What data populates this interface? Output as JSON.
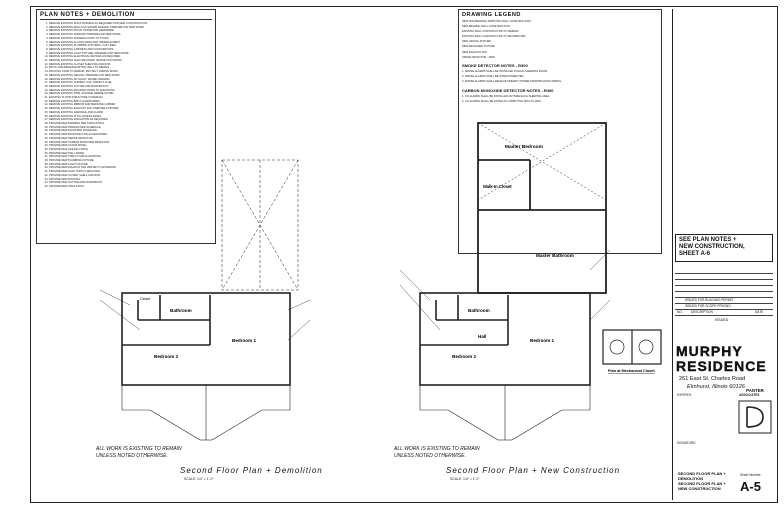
{
  "notes": {
    "header": "PLAN NOTES + DEMOLITION",
    "items": [
      "REMOVE EXISTING ROOF FRAMING AS REQUIRED FOR NEW CONSTRUCTION.",
      "REMOVE EXISTING WALLS AS SHOWN DASHED. PREPARE FOR NEW WORK.",
      "REMOVE EXISTING DOOR, FRAME AND HARDWARE.",
      "REMOVE EXISTING WINDOW. PREPARE FOR NEW WORK.",
      "REMOVE EXISTING FINISHES DOWN TO STUDS.",
      "REMOVE EXISTING FLOOR FINISH AND UNDERLAYMENT.",
      "REMOVE EXISTING PLUMBING FIXTURES. CAP LINES.",
      "REMOVE EXISTING CABINETS AND COUNTERTOPS.",
      "REMOVE EXISTING LIGHT FIXTURE. PREPARE FOR NEW WORK.",
      "REMOVE EXISTING ELECTRICAL DEVICES AS REQUIRED.",
      "REMOVE EXISTING HVAC REGISTER. REVISE DUCTWORK.",
      "REMOVE EXISTING CLOSET SHELVING AND ROD.",
      "PATCH AND REPAIR EXISTING WALL TO REMAIN.",
      "EXISTING STAIR TO REMAIN. PROTECT DURING WORK.",
      "REMOVE EXISTING CEILING. PREPARE FOR NEW WORK.",
      "REMOVE EXISTING SKYLIGHT. FRAME OPENING.",
      "REMOVE EXISTING CHIMNEY CAP. INSPECT FLUE.",
      "REMOVE EXISTING GUTTER AND DOWNSPOUT.",
      "REMOVE EXISTING ROOFING DOWN TO SHEATHING.",
      "REMOVE EXISTING TRIM. SALVAGE WHERE NOTED.",
      "EXISTING FLOOR STRUCTURE TO REMAIN.",
      "REMOVE EXISTING BATH ACCESSORIES.",
      "REMOVE EXISTING MIRROR AND MEDICINE CABINET.",
      "REMOVE EXISTING EXHAUST FAN. PREPARE FOR NEW.",
      "REMOVE EXISTING HANDRAIL AND GUARD.",
      "REMOVE EXISTING ATTIC ACCESS PANEL.",
      "REMOVE EXISTING INSULATION AS REQUIRED.",
      "PROVIDE NEW FRAMING PER STRUCTURAL.",
      "PROVIDE NEW WINDOW PER SCHEDULE.",
      "PROVIDE NEW DOOR PER SCHEDULE.",
      "PROVIDE NEW BLOCKING FOR ACCESSORIES.",
      "PROVIDE NEW SMOKE DETECTOR.",
      "PROVIDE NEW CARBON MONOXIDE DETECTOR.",
      "PROVIDE NEW FLOOR FINISH.",
      "PROVIDE NEW CEILING FINISH.",
      "PROVIDE NEW WALL FINISH.",
      "PROVIDE NEW TRIM TO MATCH EXISTING.",
      "PROVIDE NEW PLUMBING FIXTURE.",
      "PROVIDE NEW LIGHT FIXTURE.",
      "PROVIDE NEW EXHAUST FAN VENTED TO EXTERIOR.",
      "PROVIDE NEW HVAC SUPPLY REGISTER.",
      "PROVIDE NEW CLOSET SHELF AND ROD.",
      "PROVIDE NEW ROOFING.",
      "PROVIDE NEW GUTTER AND DOWNSPOUT.",
      "PROVIDE NEW INSULATION."
    ]
  },
  "legend": {
    "header": "DRAWING LEGEND",
    "rows": [
      "NEW NON-BEARING PARTITION WALL CONSTRUCTION",
      "NEW BEARING WALL CONSTRUCTION",
      "EXISTING WALL CONSTRUCTION TO REMAIN",
      "EXISTING WALL CONSTRUCTION TO BE REMOVED",
      "NEW CEILING FIXTURE",
      "NEW RECESSED FIXTURE",
      "NEW EXHAUST FAN",
      "SMOKE DETECTOR - NEW"
    ],
    "smoke_header": "SMOKE DETECTOR NOTES - R300",
    "smoke_rows": [
      "1. SMOKE ALARMS SHALL BE INSTALLED IN EACH SLEEPING ROOM.",
      "2. SMOKE ALARMS SHALL BE INTERCONNECTED.",
      "3. SMOKE ALARMS SHALL RECEIVE PRIMARY POWER FROM BUILDING WIRING."
    ],
    "co_header": "CARBON MONOXIDE DETECTOR NOTES - R300",
    "co_rows": [
      "1. CO ALARMS SHALL BE INSTALLED OUTSIDE EACH SLEEPING AREA.",
      "2. CO ALARMS SHALL BE LISTED AS COMPLYING WITH UL 2034."
    ]
  },
  "plans": {
    "left_title": "Second Floor Plan + Demolition",
    "left_scale": "SCALE: 1/4\" = 1'-0\"",
    "right_title": "Second Floor Plan + New Construction",
    "right_scale": "SCALE: 1/4\" = 1'-0\"",
    "callout_line1": "ALL WORK IS EXISTING TO REMAIN",
    "callout_line2": "UNLESS NOTED OTHERWISE.",
    "detail_label": "Plan at Mechanical Closet",
    "rooms": {
      "bathroom": "Bathroom",
      "bedroom1": "Bedroom 1",
      "bedroom2": "Bedroom 2",
      "hall": "Hall",
      "master_bedroom": "Master Bedroom",
      "master_bathroom": "Master Bathroom",
      "walkin_closet": "Walk-In Closet",
      "closet": "Closet"
    }
  },
  "titleblock": {
    "ref_line1": "SEE PLAN NOTES +",
    "ref_line2": "NEW CONSTRUCTION,",
    "ref_line3": "SHEET A-6",
    "issue_rows": [
      {
        "desc": "ISSUED FOR BUILDING PERMIT",
        "date": ""
      },
      {
        "desc": "ISSUED FOR SCOPE PRICING",
        "date": ""
      }
    ],
    "table_head_no": "NO.",
    "table_head_desc": "DESCRIPTION",
    "table_head_date": "DATE",
    "issued_label": "ISSUED",
    "project_line1": "MURPHY",
    "project_line2": "RESIDENCE",
    "address1": "261 East St. Charles Road",
    "address2": "Elmhurst, Illinois 60126",
    "expires_label": "EXPIRES:",
    "firm_line1": "PANTER",
    "firm_line2": "ASSOCIATES",
    "signature_label": "SIGNATURE:",
    "sheet_title_line1": "SECOND FLOOR PLAN +",
    "sheet_title_line2": "DEMOLITION",
    "sheet_title_line3": "SECOND FLOOR PLAN +",
    "sheet_title_line4": "NEW CONSTRUCTION",
    "sheet_number_label": "Sheet Number:",
    "sheet_number": "A-5"
  }
}
